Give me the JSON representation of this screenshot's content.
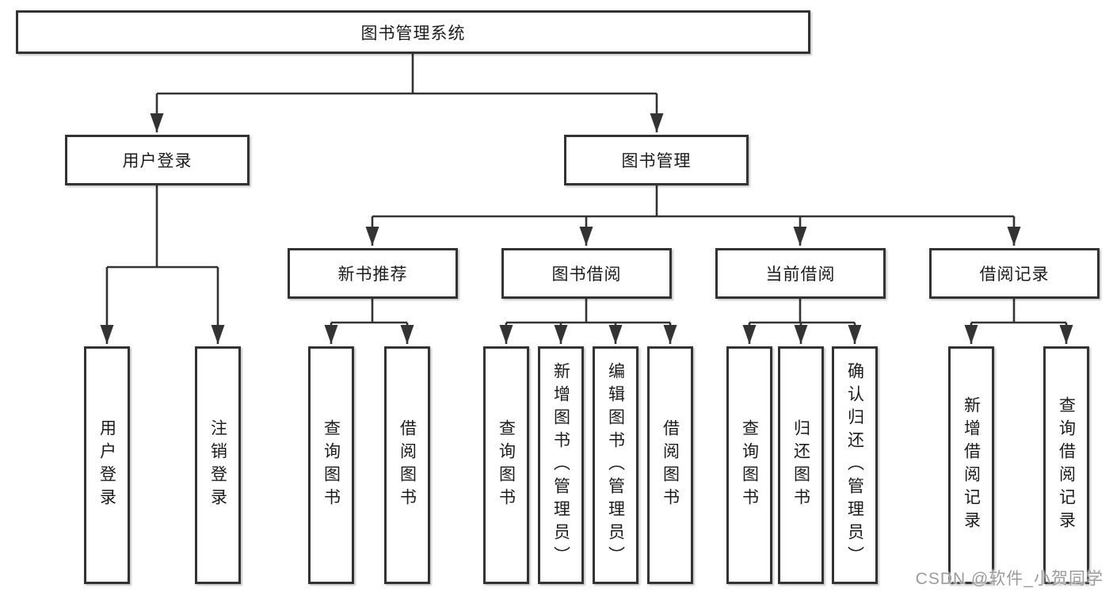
{
  "diagram": {
    "root": {
      "label": "图书管理系统"
    },
    "branches": [
      {
        "label": "用户登录",
        "leaves": [
          "用户登录",
          "注销登录"
        ]
      },
      {
        "label": "图书管理",
        "children": [
          {
            "label": "新书推荐",
            "leaves": [
              "查询图书",
              "借阅图书"
            ]
          },
          {
            "label": "图书借阅",
            "leaves": [
              "查询图书",
              "新增图书（管理员）",
              "编辑图书（管理员）",
              "借阅图书"
            ]
          },
          {
            "label": "当前借阅",
            "leaves": [
              "查询图书",
              "归还图书",
              "确认归还（管理员）"
            ]
          },
          {
            "label": "借阅记录",
            "leaves": [
              "新增借阅记录",
              "查询借阅记录"
            ]
          }
        ]
      }
    ],
    "watermark": "CSDN @软件_小贺同学",
    "colors": {
      "line": "#333333",
      "box_border": "#333333",
      "box_bg": "#ffffff",
      "text": "#1b1b1b",
      "watermark": "#9b9b9b"
    }
  }
}
